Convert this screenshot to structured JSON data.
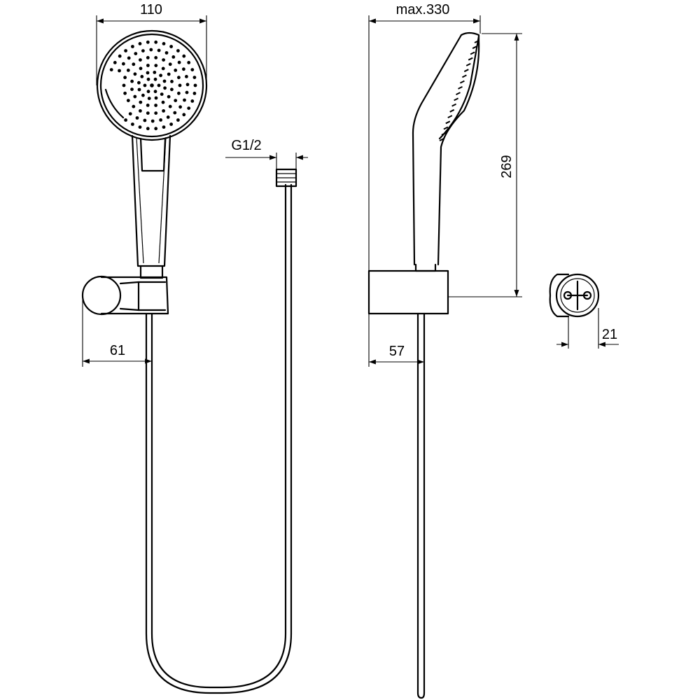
{
  "dimensions": {
    "head_width": "110",
    "connector_thread": "G1/2",
    "max_length": "max.330",
    "handle_height": "269",
    "holder_depth_front": "61",
    "holder_depth_side": "57",
    "holder_base": "21"
  }
}
